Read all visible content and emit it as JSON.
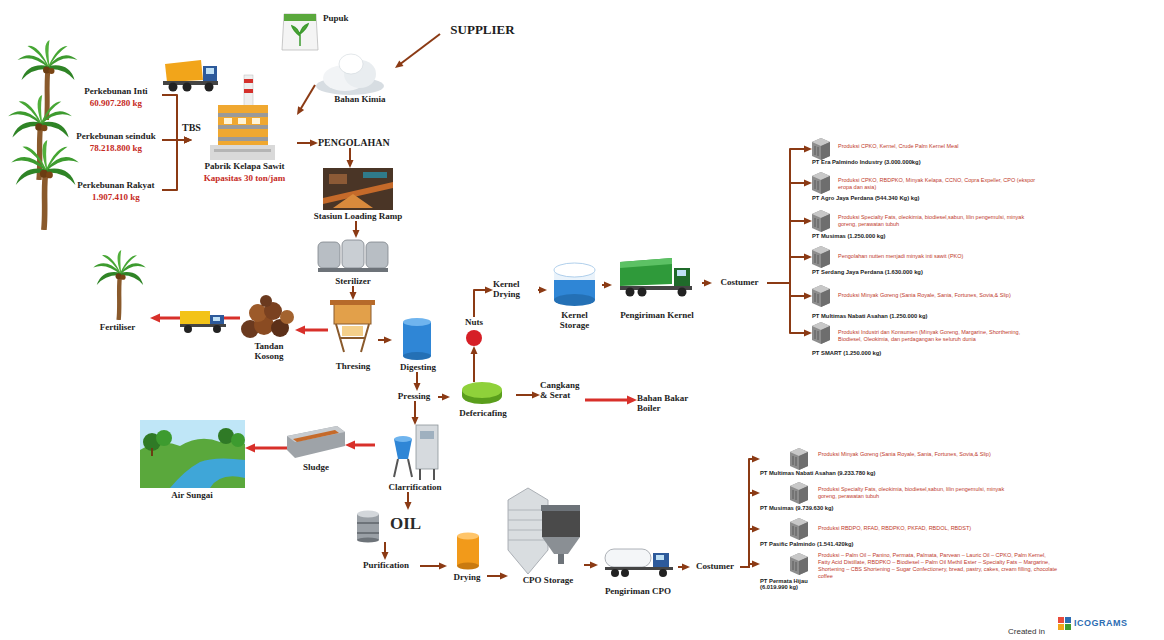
{
  "diagram": {
    "nodes": [
      {
        "text": [
          "Perkebunan Inti",
          "60.907.280 kg"
        ]
      },
      {
        "text": [
          "Perkebunan seinduk",
          "78.218.800 kg"
        ]
      },
      {
        "text": [
          "Perkebunan Rakyat",
          "1.907.410 kg"
        ]
      },
      {
        "text": [
          "SUPPLIER"
        ]
      },
      {
        "text": [
          "Pupuk"
        ]
      },
      {
        "text": [
          "Bahan Kimia"
        ]
      },
      {
        "text": [
          "Pabrik Kelapa Sawit",
          "Kapasitas 30 ton/jam"
        ]
      },
      {
        "text": [
          "PENGOLAHAN"
        ]
      },
      {
        "text": [
          "Stasiun Loading Ramp"
        ]
      },
      {
        "text": [
          "Sterilizer"
        ]
      },
      {
        "text": [
          "Thresing"
        ]
      },
      {
        "text": [
          "Tandan Kosong"
        ]
      },
      {
        "text": [
          "Fertiliser"
        ]
      },
      {
        "text": [
          "Digesting"
        ]
      },
      {
        "text": [
          "Pressing"
        ]
      },
      {
        "text": [
          "Nuts"
        ]
      },
      {
        "text": [
          "Kernel Drying"
        ]
      },
      {
        "text": [
          "Kernel Storage"
        ]
      },
      {
        "text": [
          "Pengiriman Kernel"
        ]
      },
      {
        "text": [
          "Costumer"
        ]
      },
      {
        "text": [
          "Produksi CPKO, Kernel, Crude Palm Kernel Meal",
          "PT Era Palmindo Industry (3.000.000kg)"
        ]
      },
      {
        "text": [
          "Produksi CPKO, RBDPKO, Minyak Kelapa, CCNO, Copra Expeller, CPO (ekspor eropa dan asia)",
          "PT Agro Jaya Perdana (544.340 Kg) kg)"
        ]
      },
      {
        "text": [
          "Produksi Specialty Fats, oleokimia, biodiesel,sabun, lilin pengemulsi, minyak goreng, perawatan tubuh",
          "PT Musimas (1.250.000 kg)"
        ]
      },
      {
        "text": [
          "Pengolahan nutten menjadi minyak inti sawit (PKO)",
          "PT Serdang Jaya Perdana (1.630.000 kg)"
        ]
      },
      {
        "text": [
          "Produksi Minyak Goreng (Sania Royale, Sania, Fortunes, Sovia,& Slip)",
          "PT Multimas Nabati Asahan (1.250.000 kg)"
        ]
      },
      {
        "text": [
          "Produksi Industri dan Konsumen (Minyak Goreng, Margarine, Shorthening, Biodiesel, Oleokimia, dan perdagangan ke seluruh dunia",
          "PT SMART (1.250.000 kg)"
        ]
      },
      {
        "text": [
          "Defericafing"
        ]
      },
      {
        "text": [
          "Cangkang & Serat"
        ]
      },
      {
        "text": [
          "Bahan Bakar Boiler"
        ]
      },
      {
        "text": [
          "Clarrification"
        ]
      },
      {
        "text": [
          "Sludge"
        ]
      },
      {
        "text": [
          "Air Sungai"
        ]
      },
      {
        "text": [
          "OIL"
        ]
      },
      {
        "text": [
          "Purification"
        ]
      },
      {
        "text": [
          "Drying"
        ]
      },
      {
        "text": [
          "CPO Storage"
        ]
      },
      {
        "text": [
          "Pengiriman CPO"
        ]
      },
      {
        "text": [
          "Costumer"
        ]
      },
      {
        "text": [
          "Produksi Minyak Goreng (Sania Royale, Sania, Fortunes, Sovia,& Slip)",
          "PT Multimas Nabati Asahan (9.233.780 kg)"
        ]
      },
      {
        "text": [
          "Produksi Specialty Fats, oleokimia, biodiesel,sabun, lilin pengemulsi, minyak goreng, perawatan tubuh",
          "PT Musimas (9.739.630 kg)"
        ]
      },
      {
        "text": [
          "Produksi RBDPO, RFAD, RBDPKO, PKFAD, RBDOL, RBDST)",
          "PT Pasific Palmindo (1.541.420kg)"
        ]
      },
      {
        "text": [
          "Produksi – Palm Oil – Panino, Permata, Palmata, Parvean – Lauric Oil – CPKO, Palm Kernel, Fatty Acid Distillate, RBDPKO – Biodiesel – Palm Oil Methil Ester – Specialty Fats – Margarine, Shortening – CBS Shortening – Sugar Confectionery, bread, pastry, cakes, cream filling, chocolate coffee",
          "PT Permata Hijau (6.019.990 kg)"
        ]
      }
    ],
    "edges": [
      {
        "from": 0,
        "to": 6,
        "arrow": "to"
      },
      {
        "from": 1,
        "to": 6,
        "label": "TBS",
        "arrow": "to"
      },
      {
        "from": 2,
        "to": 6,
        "arrow": "to"
      },
      {
        "from": 3,
        "to": 5,
        "arrow": "to"
      },
      {
        "from": 5,
        "to": 6,
        "arrow": "to"
      },
      {
        "from": 6,
        "to": 7,
        "arrow": "to"
      },
      {
        "from": 7,
        "to": 8,
        "arrow": "to"
      },
      {
        "from": 8,
        "to": 9,
        "arrow": "to"
      },
      {
        "from": 9,
        "to": 10,
        "arrow": "to"
      },
      {
        "from": 10,
        "to": 11,
        "arrow": "to"
      },
      {
        "from": 11,
        "to": 12,
        "arrow": "to"
      },
      {
        "from": 10,
        "to": 13,
        "arrow": "to"
      },
      {
        "from": 13,
        "to": 14,
        "arrow": "to"
      },
      {
        "from": 14,
        "to": 26,
        "arrow": "to"
      },
      {
        "from": 26,
        "to": 15,
        "arrow": "to"
      },
      {
        "from": 15,
        "to": 16,
        "arrow": "to"
      },
      {
        "from": 16,
        "to": 17,
        "arrow": "to"
      },
      {
        "from": 17,
        "to": 18,
        "arrow": "to"
      },
      {
        "from": 18,
        "to": 19,
        "arrow": "to"
      },
      {
        "from": 19,
        "to": 20,
        "arrow": "to"
      },
      {
        "from": 19,
        "to": 21,
        "arrow": "to"
      },
      {
        "from": 19,
        "to": 22,
        "arrow": "to"
      },
      {
        "from": 19,
        "to": 23,
        "arrow": "to"
      },
      {
        "from": 19,
        "to": 24,
        "arrow": "to"
      },
      {
        "from": 19,
        "to": 25,
        "arrow": "to"
      },
      {
        "from": 26,
        "to": 27,
        "arrow": "to"
      },
      {
        "from": 27,
        "to": 28,
        "arrow": "to"
      },
      {
        "from": 14,
        "to": 29,
        "arrow": "to"
      },
      {
        "from": 29,
        "to": 30,
        "arrow": "to"
      },
      {
        "from": 30,
        "to": 31,
        "arrow": "to"
      },
      {
        "from": 29,
        "to": 32,
        "arrow": "to"
      },
      {
        "from": 32,
        "to": 33,
        "arrow": "to"
      },
      {
        "from": 33,
        "to": 34,
        "arrow": "to"
      },
      {
        "from": 34,
        "to": 35,
        "arrow": "to"
      },
      {
        "from": 35,
        "to": 36,
        "arrow": "to"
      },
      {
        "from": 36,
        "to": 37,
        "arrow": "to"
      },
      {
        "from": 37,
        "to": 38,
        "arrow": "to"
      },
      {
        "from": 37,
        "to": 39,
        "arrow": "to"
      },
      {
        "from": 37,
        "to": 40,
        "arrow": "to"
      },
      {
        "from": 37,
        "to": 41,
        "arrow": "to"
      }
    ],
    "labels": [
      "Created in",
      "ICOGRAMS"
    ]
  }
}
